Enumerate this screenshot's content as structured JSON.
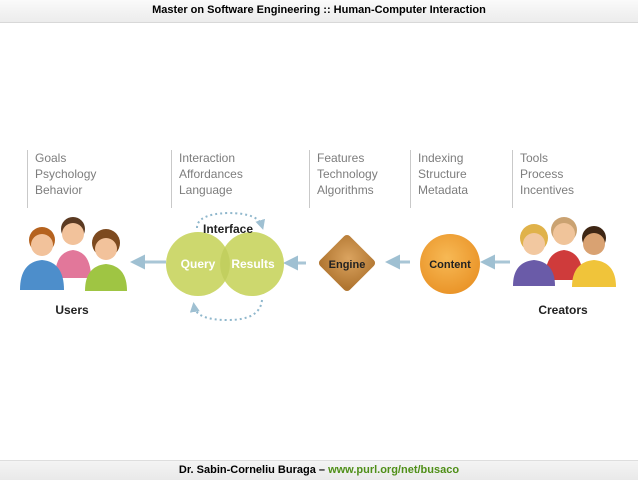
{
  "header": {
    "title": "Master on Software Engineering :: Human-Computer Interaction"
  },
  "groups": [
    {
      "items": [
        "Goals",
        "Psychology",
        "Behavior"
      ]
    },
    {
      "items": [
        "Interaction",
        "Affordances",
        "Language"
      ]
    },
    {
      "items": [
        "Features",
        "Technology",
        "Algorithms"
      ]
    },
    {
      "items": [
        "Indexing",
        "Structure",
        "Metadata"
      ]
    },
    {
      "items": [
        "Tools",
        "Process",
        "Incentives"
      ]
    }
  ],
  "diagram": {
    "users_label": "Users",
    "interface_label": "Interface",
    "query_label": "Query",
    "results_label": "Results",
    "engine_label": "Engine",
    "content_label": "Content",
    "creators_label": "Creators"
  },
  "footer": {
    "author": "Dr. Sabin-Corneliu Buraga – ",
    "link": "www.purl.org/net/busaco"
  },
  "colors": {
    "venn": "#cdd86e",
    "engine": "#c98e45",
    "content": "#f3a23a",
    "arrow": "#a9c6d6",
    "link": "#4f8f18"
  }
}
